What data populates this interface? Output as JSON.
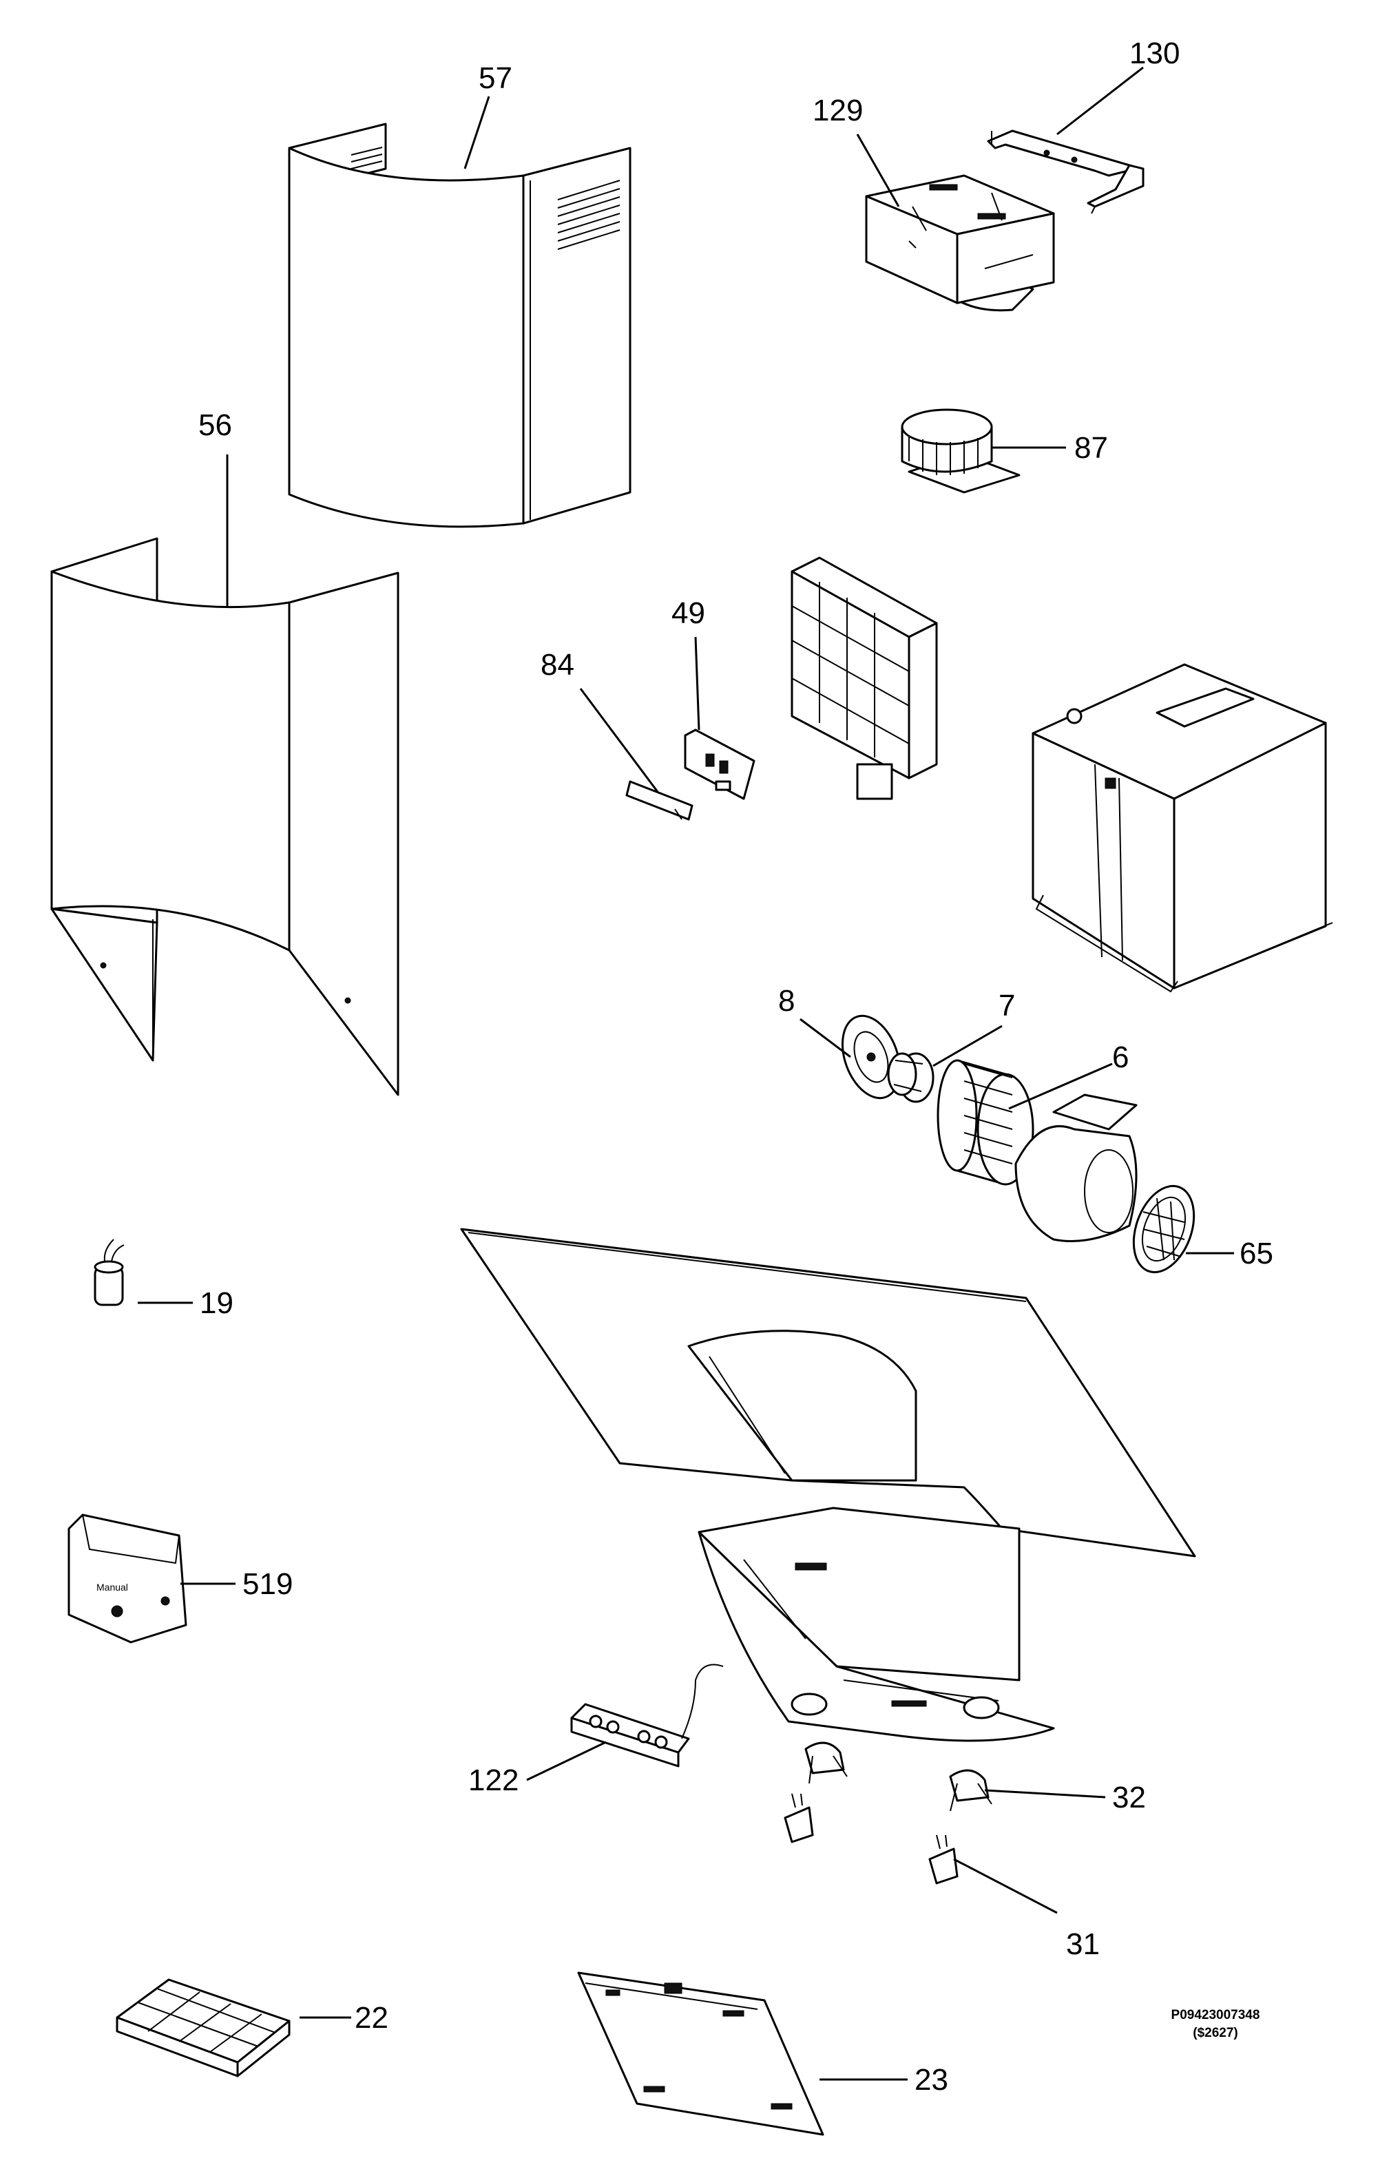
{
  "diagram": {
    "parts": [
      {
        "id": "57",
        "label": "57"
      },
      {
        "id": "130",
        "label": "130"
      },
      {
        "id": "129",
        "label": "129"
      },
      {
        "id": "56",
        "label": "56"
      },
      {
        "id": "87",
        "label": "87"
      },
      {
        "id": "49",
        "label": "49"
      },
      {
        "id": "84",
        "label": "84"
      },
      {
        "id": "8",
        "label": "8"
      },
      {
        "id": "7",
        "label": "7"
      },
      {
        "id": "6",
        "label": "6"
      },
      {
        "id": "65",
        "label": "65"
      },
      {
        "id": "19",
        "label": "19"
      },
      {
        "id": "519",
        "label": "519"
      },
      {
        "id": "122",
        "label": "122"
      },
      {
        "id": "32",
        "label": "32"
      },
      {
        "id": "31",
        "label": "31"
      },
      {
        "id": "22",
        "label": "22"
      },
      {
        "id": "23",
        "label": "23"
      }
    ],
    "bag_text": "Manual",
    "panel_code": "P09423007348",
    "panel_subcode": "($2627)"
  }
}
